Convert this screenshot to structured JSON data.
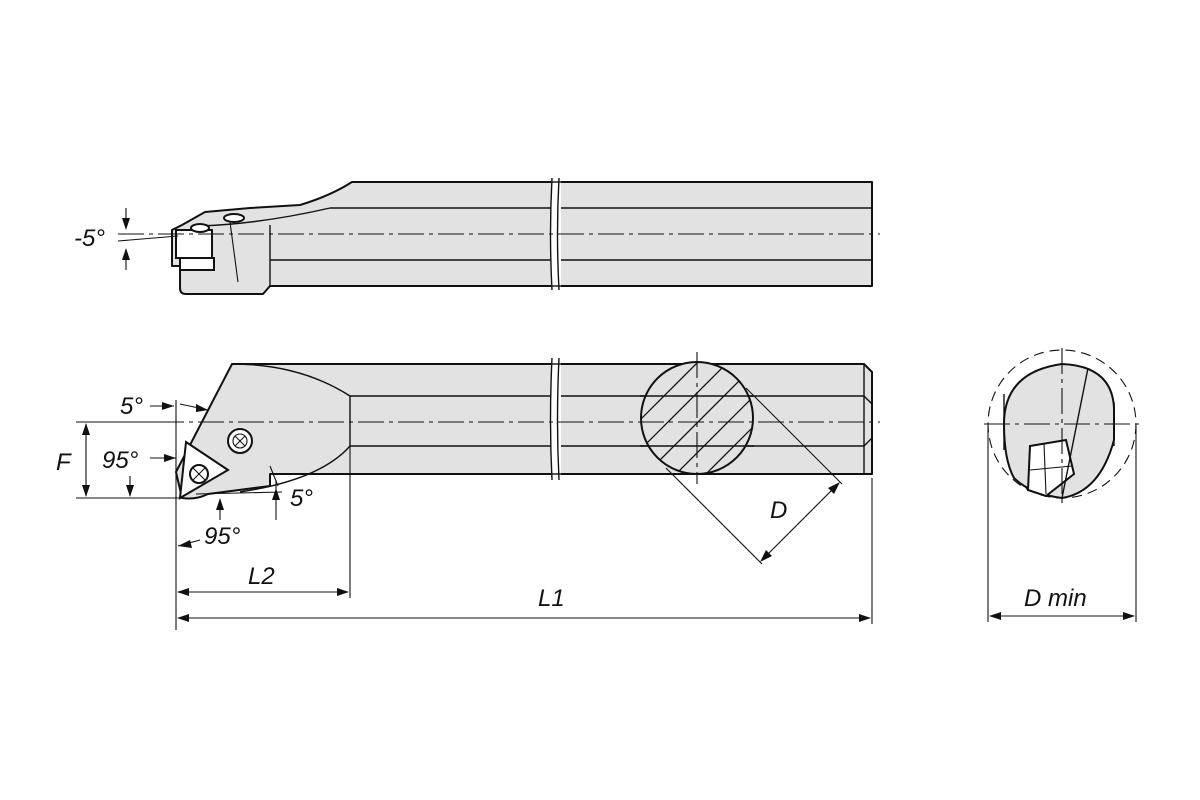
{
  "labels": {
    "top_angle": "-5°",
    "angle_5_top": "5°",
    "angle_95_left": "95°",
    "f": "F",
    "angle_5_bottom": "5°",
    "angle_95_bottom": "95°",
    "l2": "L2",
    "l1": "L1",
    "d": "D",
    "d_min": "D min"
  }
}
